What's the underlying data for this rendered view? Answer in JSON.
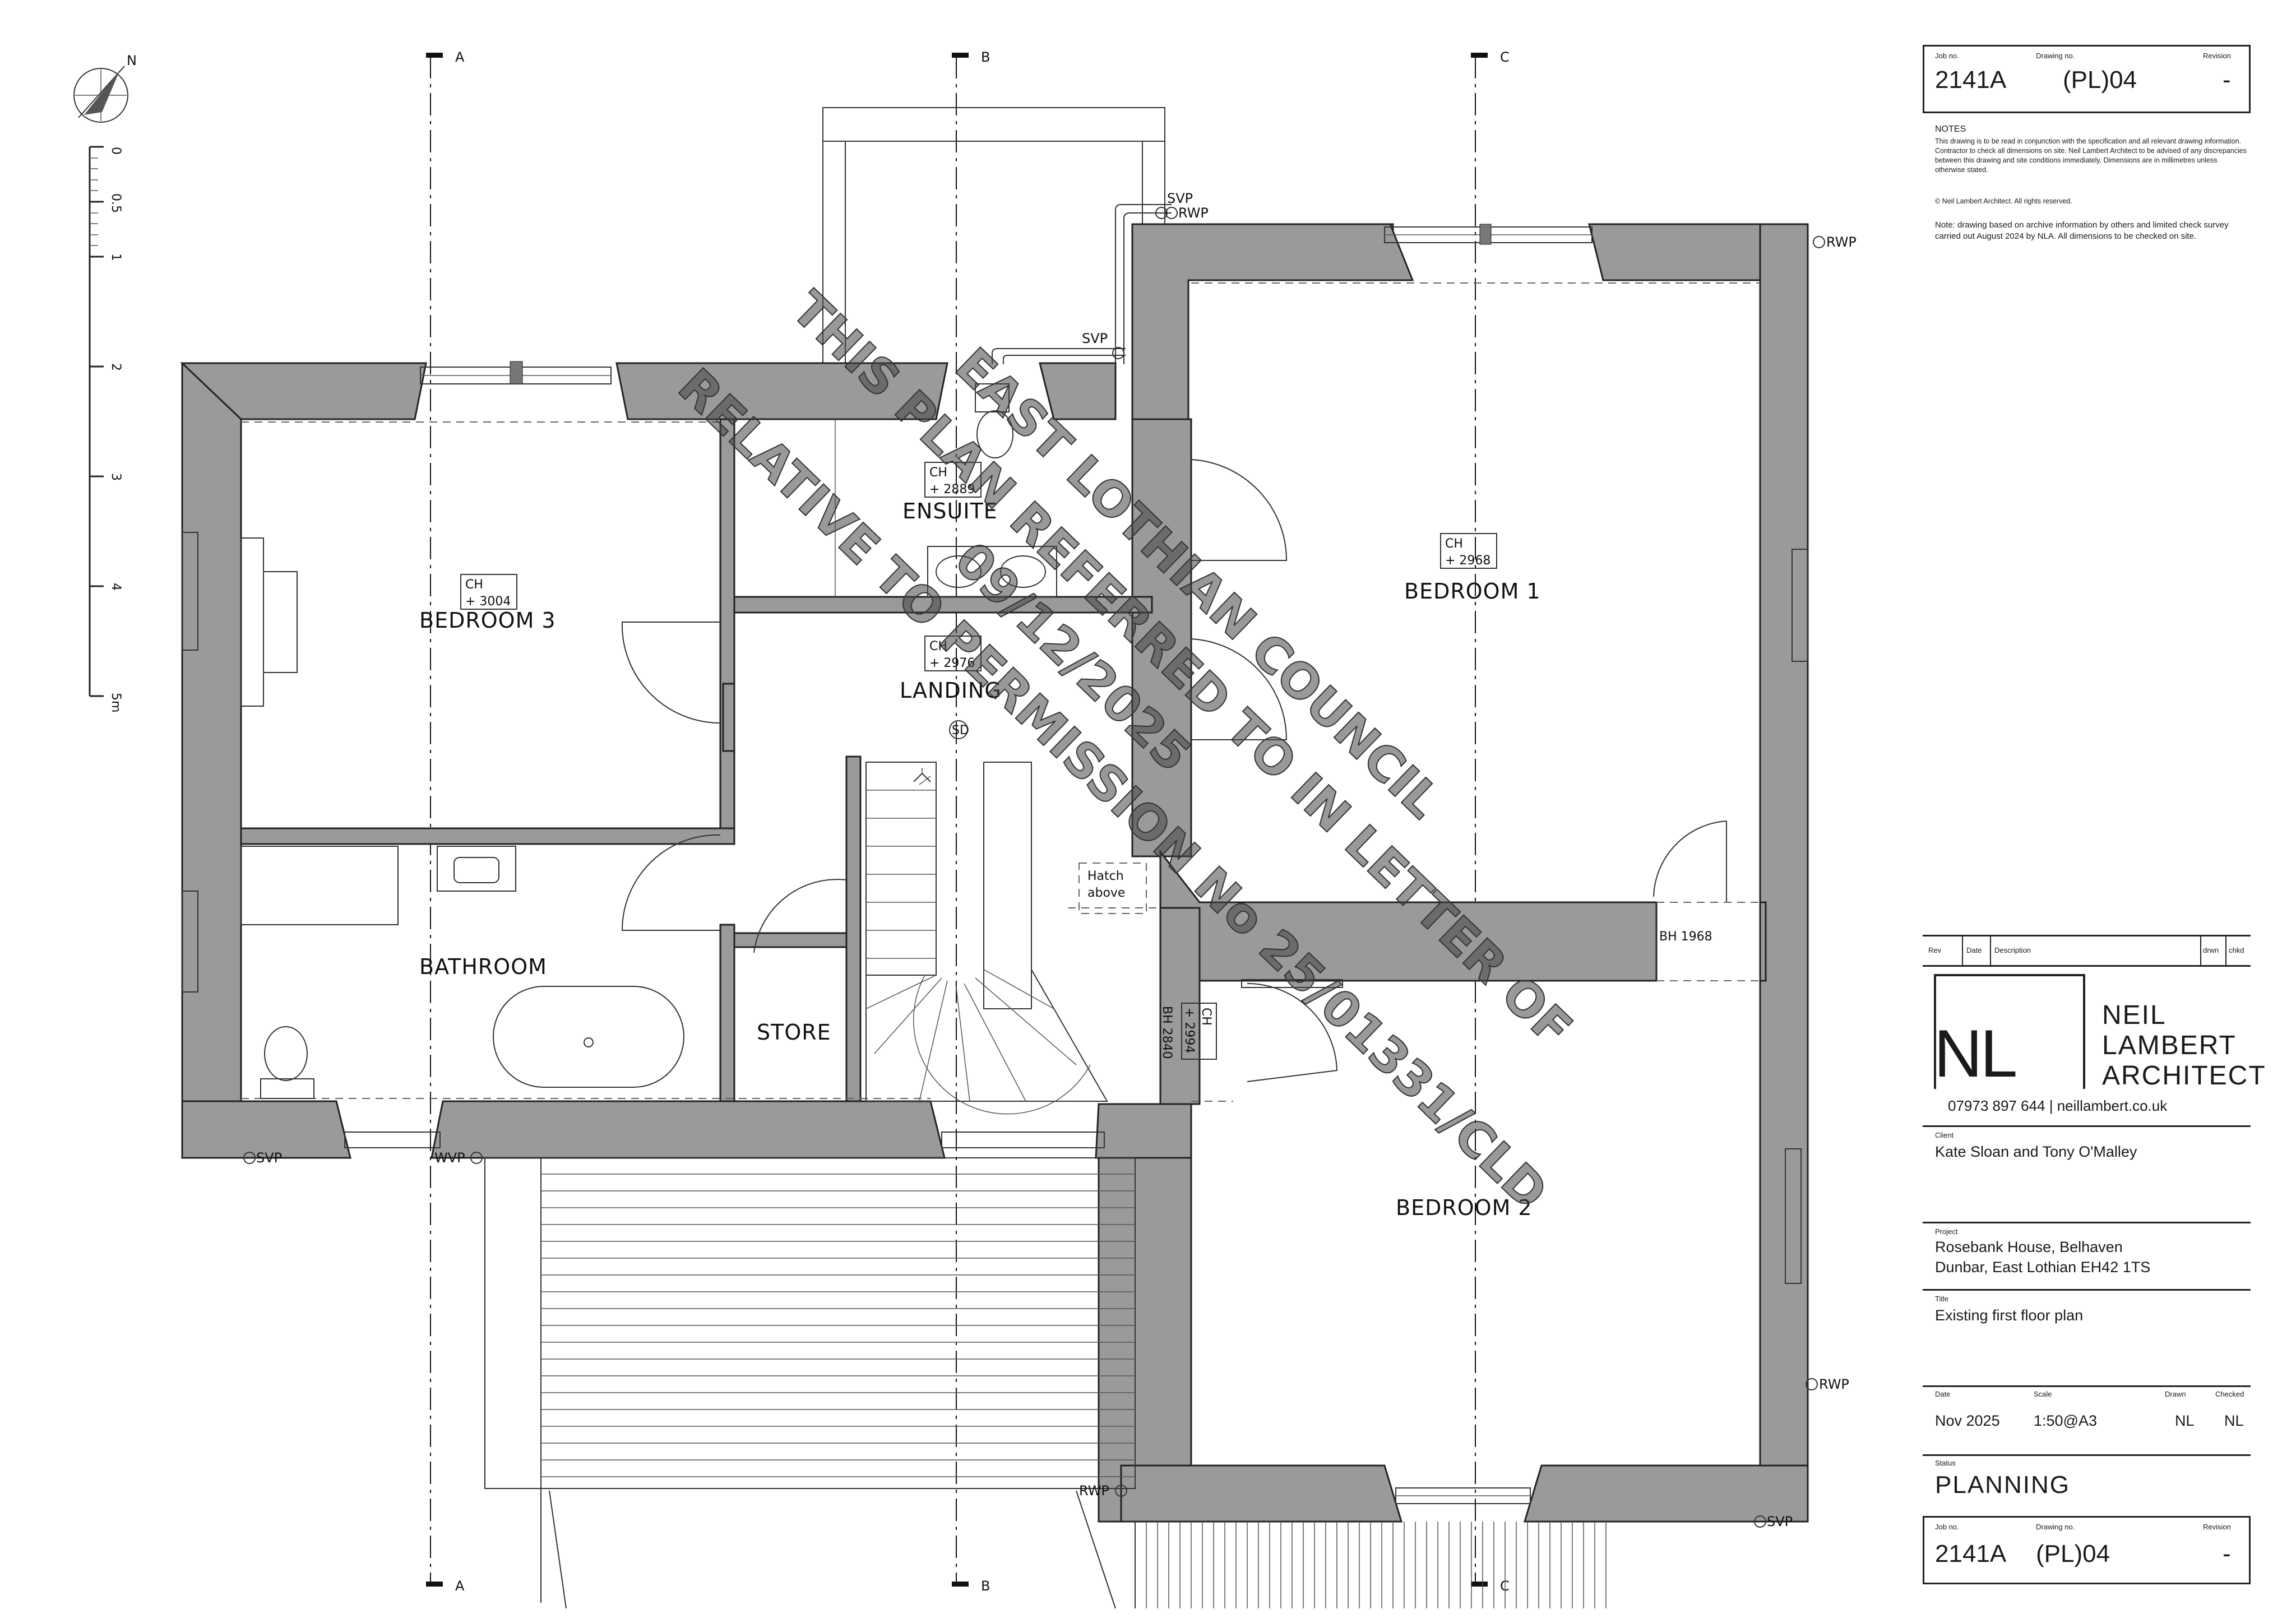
{
  "grid_labels": {
    "a": "A",
    "b": "B",
    "c": "C"
  },
  "north": "N",
  "scale_bar": [
    "0",
    "0.5",
    "1",
    "2",
    "3",
    "4",
    "5m"
  ],
  "rooms": {
    "bedroom1": "BEDROOM 1",
    "bedroom2": "BEDROOM 2",
    "bedroom3": "BEDROOM 3",
    "ensuite": "ENSUITE",
    "landing": "LANDING",
    "bathroom": "BATHROOM",
    "store": "STORE"
  },
  "ceiling_heights": {
    "ch": "CH",
    "ensuite": "+ 2889",
    "bedroom3": "+ 3004",
    "landing": "+ 2976",
    "bedroom1": "+ 2968",
    "stair": "+ 2994"
  },
  "annotations": {
    "svp": "SVP",
    "rwp": "RWP",
    "wvp": "WVP",
    "sd": "SD",
    "hatch1": "Hatch",
    "hatch2": "above",
    "bh1968": "BH 1968",
    "bh2840": "BH 2840"
  },
  "stamp": {
    "line1": "EAST LOTHIAN COUNCIL",
    "line2": "THIS PLAN REFERRED TO IN LETTER OF",
    "line3": "09/12/2025",
    "line4": "RELATIVE TO PERMISSION No 25/01331/CLD"
  },
  "title_block": {
    "job_no_label": "Job no.",
    "drawing_no_label": "Drawing no.",
    "revision_label": "Revision",
    "job_no": "2141A",
    "drawing_no": "(PL)04",
    "revision": "-",
    "notes_heading": "NOTES",
    "notes_1": "This drawing is to be read in conjunction with the specification and all relevant drawing information. Contractor to check all dimensions on site. Neil Lambert Architect to be advised of any discrepancies between this drawing and site conditions immediately. Dimensions are in millimetres unless otherwise stated.",
    "notes_2": "© Neil Lambert Architect.  All rights reserved.",
    "notes_3": "Note: drawing based on archive information by others and limited check survey carried out August 2024 by NLA. All dimensions to be checked on site.",
    "rev_label": "Rev",
    "date_label": "Date",
    "description_label": "Description",
    "drwn_label": "drwn",
    "chkd_label": "chkd",
    "logo_mark": "NL",
    "company_1": "NEIL",
    "company_2": "LAMBERT",
    "company_3": "ARCHITECT",
    "contact": "07973 897 644 | neillambert.co.uk",
    "client_label": "Client",
    "client": "Kate Sloan and Tony O'Malley",
    "project_label": "Project",
    "project_1": "Rosebank House, Belhaven",
    "project_2": "Dunbar, East Lothian EH42 1TS",
    "title_label": "Title",
    "title": "Existing first floor plan",
    "date_h": "Date",
    "scale_h": "Scale",
    "drawn_h": "Drawn",
    "checked_h": "Checked",
    "date": "Nov 2025",
    "scale": "1:50@A3",
    "drawn": "NL",
    "checked": "NL",
    "status_label": "Status",
    "status": "PLANNING"
  }
}
